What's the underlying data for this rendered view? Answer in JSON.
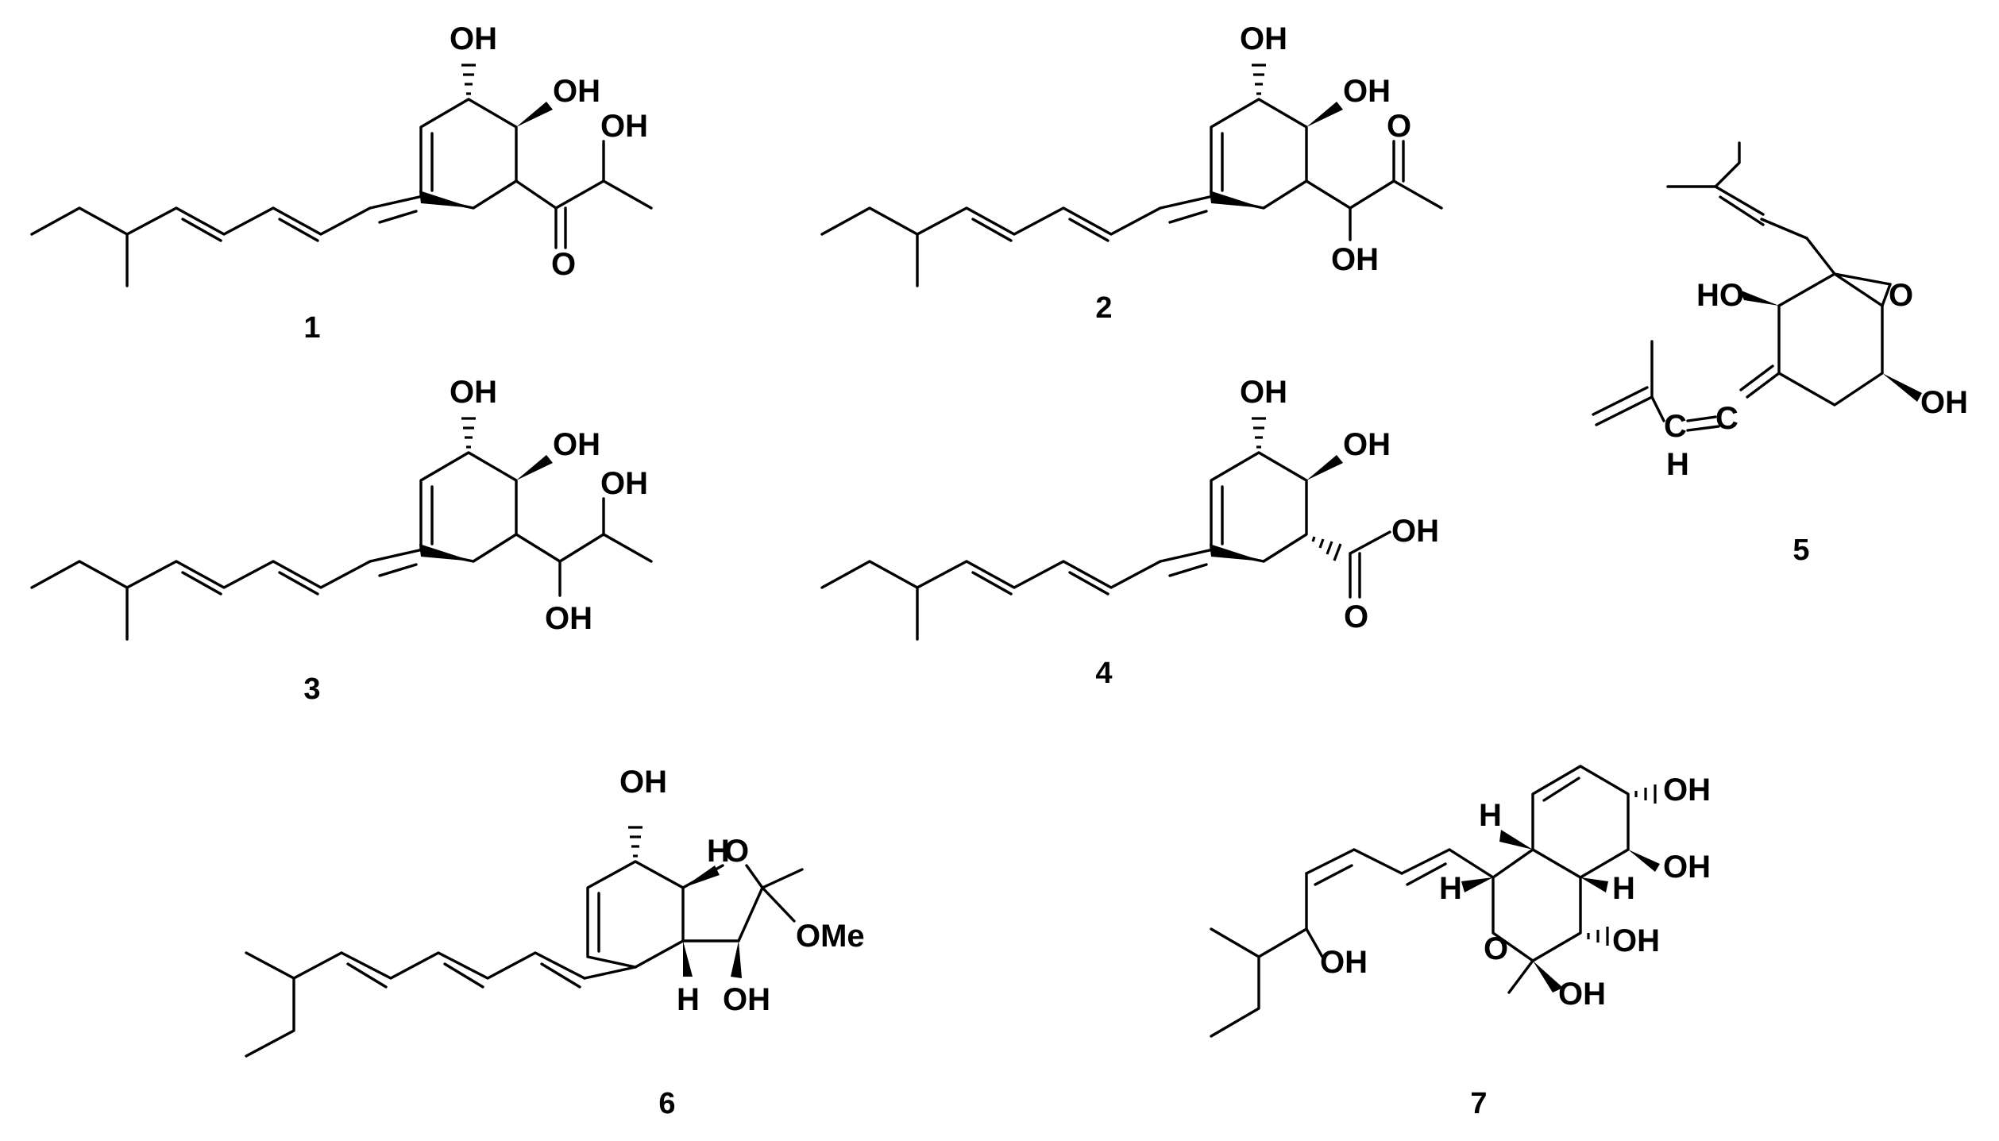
{
  "compounds": [
    {
      "id": "1",
      "labels": {
        "oh_top": "OH",
        "oh_ring": "OH",
        "oh_side": "OH",
        "carbonyl_o": "O"
      }
    },
    {
      "id": "2",
      "labels": {
        "oh_top": "OH",
        "oh_ring": "OH",
        "carbonyl_o": "O",
        "oh_side": "OH"
      }
    },
    {
      "id": "3",
      "labels": {
        "oh_top": "OH",
        "oh_ring": "OH",
        "oh_side_upper": "OH",
        "oh_side_lower": "OH"
      }
    },
    {
      "id": "4",
      "labels": {
        "oh_top": "OH",
        "oh_ring": "OH",
        "acid_oh": "OH",
        "acid_o": "O"
      }
    },
    {
      "id": "5",
      "labels": {
        "ho_left": "HO",
        "epoxide_o": "O",
        "oh_right": "OH",
        "allene_c1": "C",
        "allene_c2": "C",
        "allene_h": "H"
      }
    },
    {
      "id": "6",
      "labels": {
        "oh_top": "OH",
        "h_upper": "H",
        "ring_o": "O",
        "ome": "OMe",
        "h_lower": "H",
        "oh_bottom": "OH"
      }
    },
    {
      "id": "7",
      "labels": {
        "oh_top_right": "OH",
        "h_left_upper": "H",
        "oh_right": "OH",
        "h_left_lower": "H",
        "h_right": "H",
        "ring_o": "O",
        "oh_chain": "OH",
        "oh_ring_right": "OH",
        "oh_hemiketal": "OH"
      }
    }
  ]
}
